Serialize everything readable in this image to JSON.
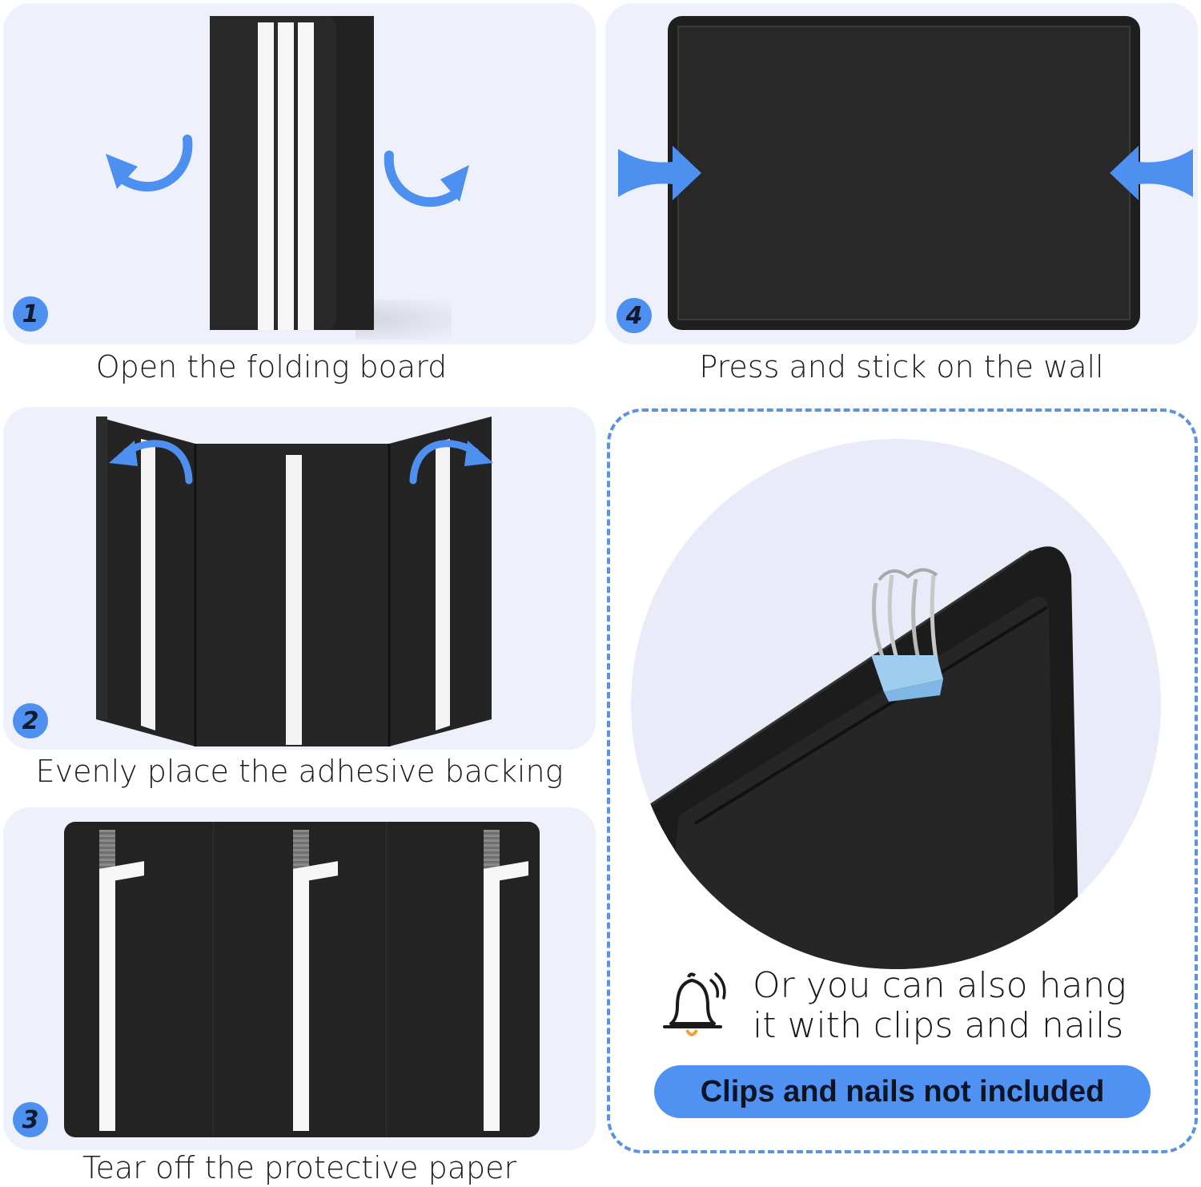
{
  "steps": [
    {
      "number": "1",
      "caption": "Open the folding board"
    },
    {
      "number": "2",
      "caption": "Evenly place the adhesive backing"
    },
    {
      "number": "3",
      "caption": "Tear off the protective paper"
    },
    {
      "number": "4",
      "caption": "Press and stick on the wall"
    }
  ],
  "alternative": {
    "line1": "Or you can also hang",
    "line2": "it with clips and nails",
    "note": "Clips and nails not included"
  },
  "colors": {
    "panel_bg": "#eef1fb",
    "accent_blue": "#4d90f0",
    "board_black": "#262626",
    "bell_orange": "#f0a030"
  },
  "icons": [
    "curved-arrow-icon",
    "press-arrow-icon",
    "bell-icon",
    "binder-clip-icon"
  ]
}
